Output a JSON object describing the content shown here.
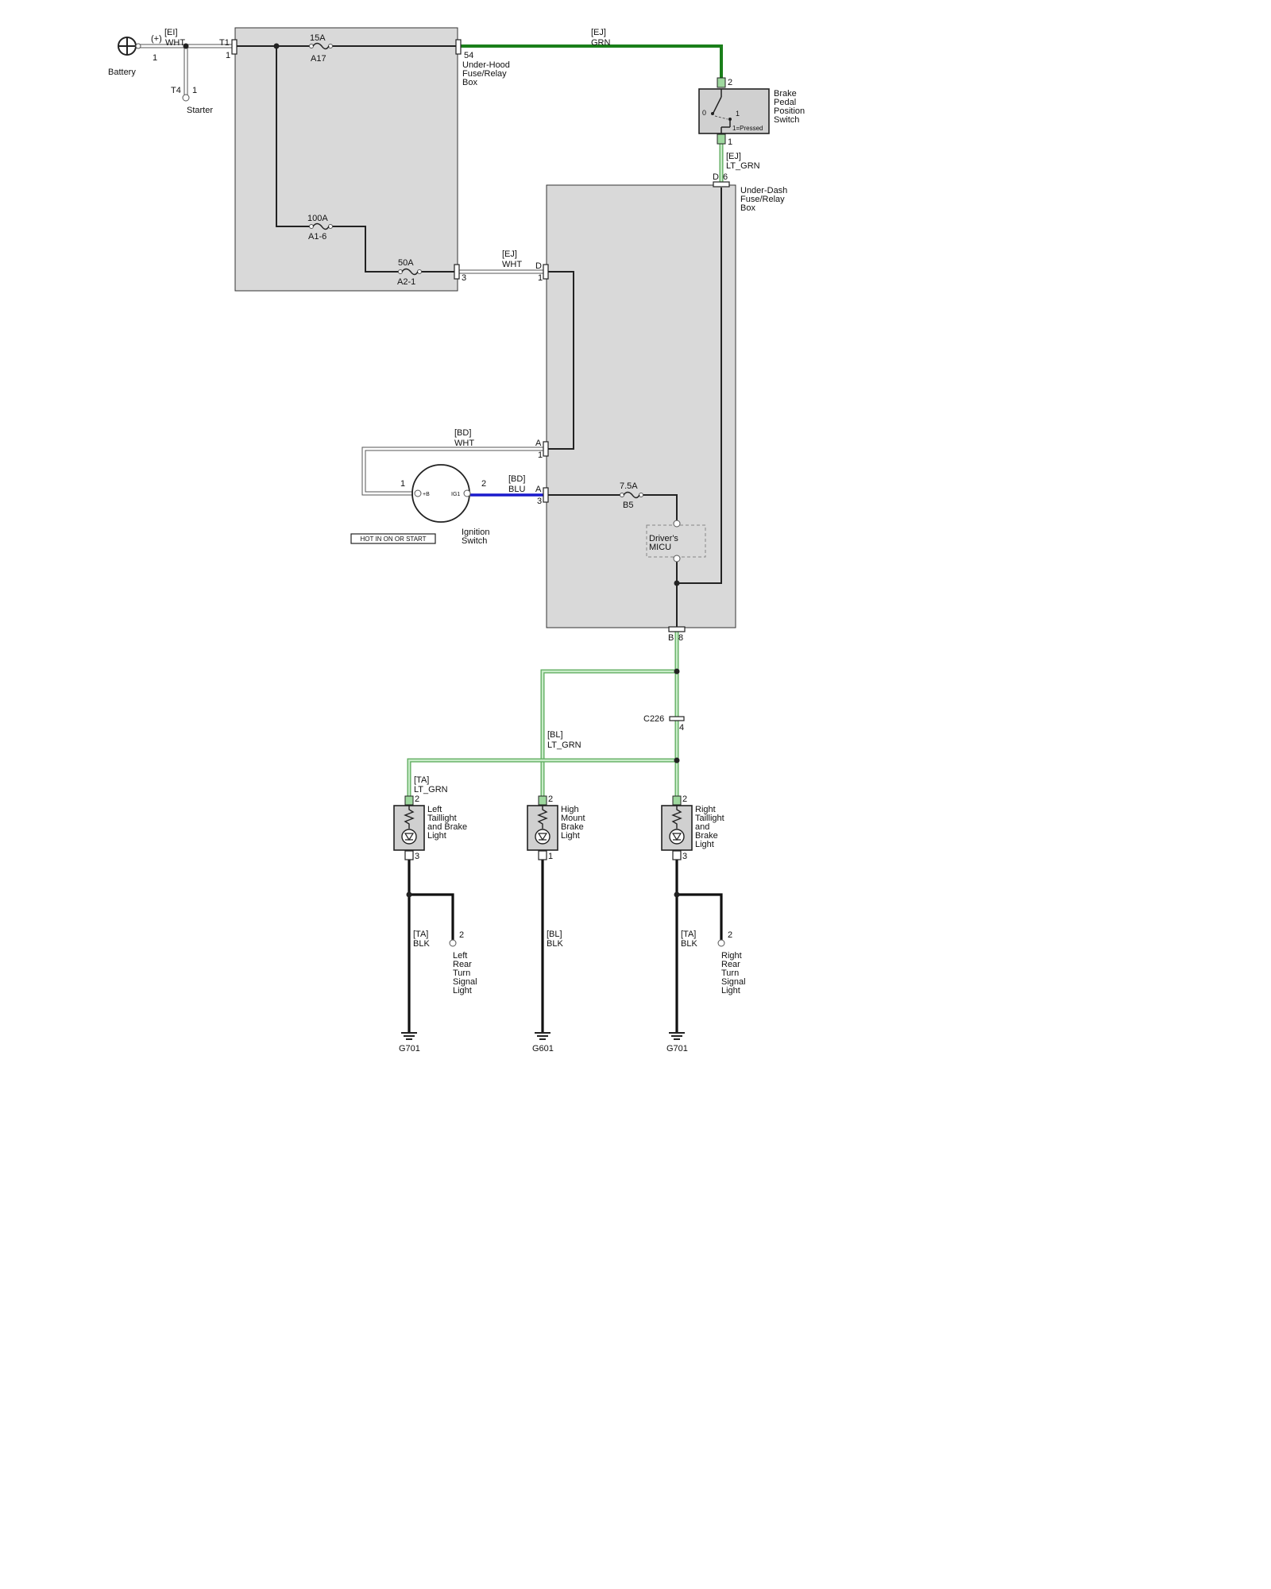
{
  "battery": {
    "label": "Battery",
    "plus": "(+)",
    "pin": "1",
    "wire_code": "[EI]",
    "wire_color": "WHT"
  },
  "starter": {
    "label": "Starter",
    "terminal": "T4",
    "pin": "1"
  },
  "under_hood_box": {
    "label_l1": "Under-Hood",
    "label_l2": "Fuse/Relay",
    "label_l3": "Box",
    "in_terminal": "T1",
    "in_pin": "1",
    "fuse_a17_rating": "15A",
    "fuse_a17_name": "A17",
    "fuse_a16_rating": "100A",
    "fuse_a16_name": "A1-6",
    "fuse_a21_rating": "50A",
    "fuse_a21_name": "A2-1",
    "out_pin_54": "54",
    "out_pin_3": "3"
  },
  "wire_ej_grn": {
    "code": "[EJ]",
    "color": "GRN"
  },
  "brake_switch": {
    "label_l1": "Brake",
    "label_l2": "Pedal",
    "label_l3": "Position",
    "label_l4": "Switch",
    "pin_top": "2",
    "pin_bottom": "1",
    "contact_0": "0",
    "contact_1": "1",
    "legend": "1=Pressed"
  },
  "wire_ej_ltgrn": {
    "code": "[EJ]",
    "color": "LT_GRN"
  },
  "under_dash_box": {
    "label_l1": "Under-Dash",
    "label_l2": "Fuse/Relay",
    "label_l3": "Box",
    "conn_d": "D",
    "conn_d_pin6": "6",
    "conn_d_pin1": "1",
    "conn_a": "A",
    "conn_a_pin1": "1",
    "conn_a_pin3": "3",
    "fuse_b5_rating": "7.5A",
    "fuse_b5_name": "B5",
    "micu_l1": "Driver's",
    "micu_l2": "MICU",
    "conn_b": "B",
    "conn_b_pin": "8"
  },
  "wire_ej_wht": {
    "code": "[EJ]",
    "color": "WHT"
  },
  "wire_bd_wht": {
    "code": "[BD]",
    "color": "WHT"
  },
  "wire_bd_blu": {
    "code": "[BD]",
    "color": "BLU"
  },
  "ignition": {
    "label_l1": "Ignition",
    "label_l2": "Switch",
    "pin1": "1",
    "pin2": "2",
    "term_b": "+B",
    "term_ig1": "IG1",
    "hot_badge": "HOT IN ON OR START"
  },
  "c226": {
    "label": "C226",
    "pin": "4"
  },
  "wire_bl_ltgrn": {
    "code": "[BL]",
    "color": "LT_GRN"
  },
  "wire_ta_ltgrn": {
    "code": "[TA]",
    "color": "LT_GRN"
  },
  "lights": {
    "left": {
      "l1": "Left",
      "l2": "Taillight",
      "l3": "and Brake",
      "l4": "Light",
      "pin_top": "2",
      "pin_bottom": "3"
    },
    "high": {
      "l1": "High",
      "l2": "Mount",
      "l3": "Brake",
      "l4": "Light",
      "pin_top": "2",
      "pin_bottom": "1"
    },
    "right": {
      "l1": "Right",
      "l2": "Taillight",
      "l3": "and",
      "l4": "Brake",
      "l5": "Light",
      "pin_top": "2",
      "pin_bottom": "3"
    }
  },
  "ground_wires": {
    "left": {
      "code": "[TA]",
      "color": "BLK"
    },
    "high": {
      "code": "[BL]",
      "color": "BLK"
    },
    "right": {
      "code": "[TA]",
      "color": "BLK"
    }
  },
  "turn_signals": {
    "left": {
      "pin": "2",
      "l1": "Left",
      "l2": "Rear",
      "l3": "Turn",
      "l4": "Signal",
      "l5": "Light"
    },
    "right": {
      "pin": "2",
      "l1": "Right",
      "l2": "Rear",
      "l3": "Turn",
      "l4": "Signal",
      "l5": "Light"
    }
  },
  "grounds": {
    "left": "G701",
    "high": "G601",
    "right": "G701"
  }
}
